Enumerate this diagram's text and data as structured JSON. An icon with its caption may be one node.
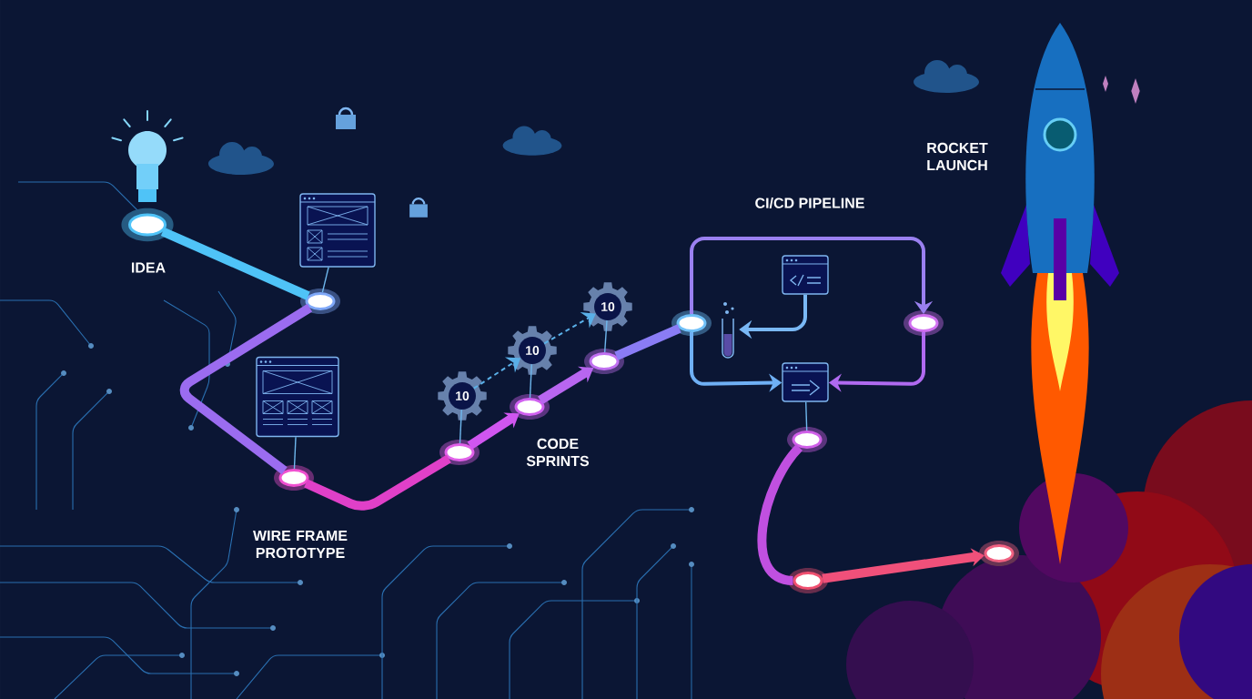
{
  "diagram": {
    "nodes": [
      {
        "text": [],
        "shape": "circle",
        "beside": [
          "IDEA"
        ]
      },
      {
        "text": [],
        "shape": "picture"
      },
      {
        "text": [],
        "shape": "circle"
      },
      {
        "text": [],
        "shape": "picture"
      },
      {
        "text": [],
        "shape": "circle",
        "beside": [
          "WIRE FRAME PROTOTYPE"
        ]
      },
      {
        "text": [
          "10"
        ]
      },
      {
        "text": [],
        "shape": "circle"
      },
      {
        "text": [
          "10"
        ]
      },
      {
        "text": [],
        "shape": "circle"
      },
      {
        "text": [
          "10"
        ]
      },
      {
        "text": [],
        "shape": "circle"
      },
      {
        "text": [],
        "shape": "circle"
      },
      {
        "text": [],
        "shape": "picture"
      },
      {
        "text": [],
        "shape": "picture"
      },
      {
        "text": [],
        "shape": "circle"
      },
      {
        "text": [],
        "shape": "picture"
      },
      {
        "text": [],
        "shape": "circle"
      },
      {
        "text": [],
        "shape": "circle"
      },
      {
        "text": [],
        "shape": "circle"
      }
    ],
    "edges": [
      {
        "from": 0,
        "to": 2,
        "arrow": "none",
        "style": "thick",
        "color": "#4fc3f7"
      },
      {
        "from": 1,
        "to": 2,
        "arrow": "none"
      },
      {
        "from": 2,
        "to": 4,
        "arrow": "none",
        "style": "thick",
        "color": "#9b6cf0"
      },
      {
        "from": 3,
        "to": 4,
        "arrow": "none"
      },
      {
        "from": 4,
        "to": 6,
        "arrow": "none",
        "style": "thick",
        "color": "#e040c8"
      },
      {
        "from": 5,
        "to": 6,
        "arrow": "none"
      },
      {
        "from": 6,
        "to": 8,
        "arrow": "to",
        "style": "thick",
        "color": "#d056f0"
      },
      {
        "from": 7,
        "to": 8,
        "arrow": "none"
      },
      {
        "from": 8,
        "to": 10,
        "arrow": "to",
        "style": "thick",
        "color": "#b866f0"
      },
      {
        "from": 9,
        "to": 10,
        "arrow": "none"
      },
      {
        "from": 5,
        "to": 7,
        "arrow": "to",
        "style": "dashed",
        "color": "#5ab0e8"
      },
      {
        "from": 7,
        "to": 9,
        "arrow": "to",
        "style": "dashed",
        "color": "#5ab0e8"
      },
      {
        "from": 10,
        "to": 11,
        "arrow": "none",
        "style": "thick",
        "color": "#8a7cf5"
      },
      {
        "from": 11,
        "to": 14,
        "arrow": "to",
        "color": "#9a80f0"
      },
      {
        "from": 11,
        "to": 15,
        "arrow": "to",
        "color": "#6fb0f5"
      },
      {
        "from": 14,
        "to": 15,
        "arrow": "to",
        "color": "#b06af0"
      },
      {
        "from": 13,
        "to": 12,
        "arrow": "to",
        "color": "#7ab8f5"
      },
      {
        "from": 15,
        "to": 16,
        "arrow": "none"
      },
      {
        "from": 16,
        "to": 17,
        "arrow": "none",
        "style": "thick",
        "color": "#c050e0"
      },
      {
        "from": 17,
        "to": 18,
        "arrow": "to",
        "style": "thick",
        "color": "#f0507a"
      }
    ],
    "labels": [
      "ROCKET LAUNCH",
      "CI/CD PIPELINE",
      "CODE SPRINTS"
    ]
  }
}
